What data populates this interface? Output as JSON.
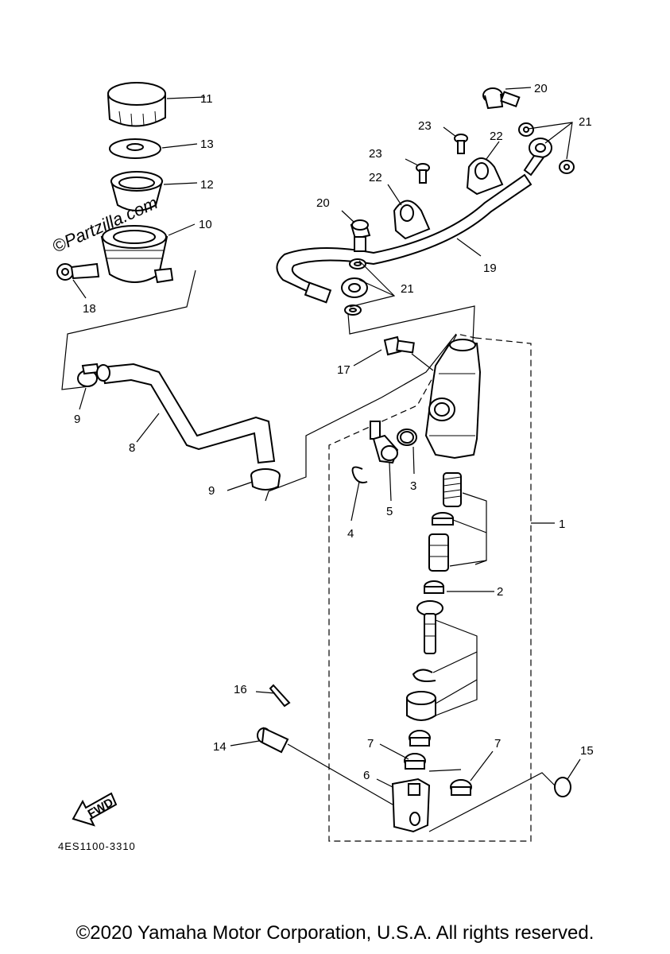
{
  "callouts": [
    {
      "num": "1"
    },
    {
      "num": "2"
    },
    {
      "num": "3"
    },
    {
      "num": "4"
    },
    {
      "num": "5"
    },
    {
      "num": "6"
    },
    {
      "num": "7"
    },
    {
      "num": "7"
    },
    {
      "num": "8"
    },
    {
      "num": "9"
    },
    {
      "num": "9"
    },
    {
      "num": "10"
    },
    {
      "num": "11"
    },
    {
      "num": "12"
    },
    {
      "num": "13"
    },
    {
      "num": "14"
    },
    {
      "num": "15"
    },
    {
      "num": "16"
    },
    {
      "num": "17"
    },
    {
      "num": "18"
    },
    {
      "num": "19"
    },
    {
      "num": "20"
    },
    {
      "num": "20"
    },
    {
      "num": "21"
    },
    {
      "num": "21"
    },
    {
      "num": "22"
    },
    {
      "num": "22"
    },
    {
      "num": "23"
    },
    {
      "num": "23"
    }
  ],
  "diagram_code": "4ES1100-3310",
  "direction_arrow": "FWD",
  "watermark": "©Partzilla.com",
  "copyright": "©2020 Yamaha Motor Corporation, U.S.A. All rights reserved."
}
